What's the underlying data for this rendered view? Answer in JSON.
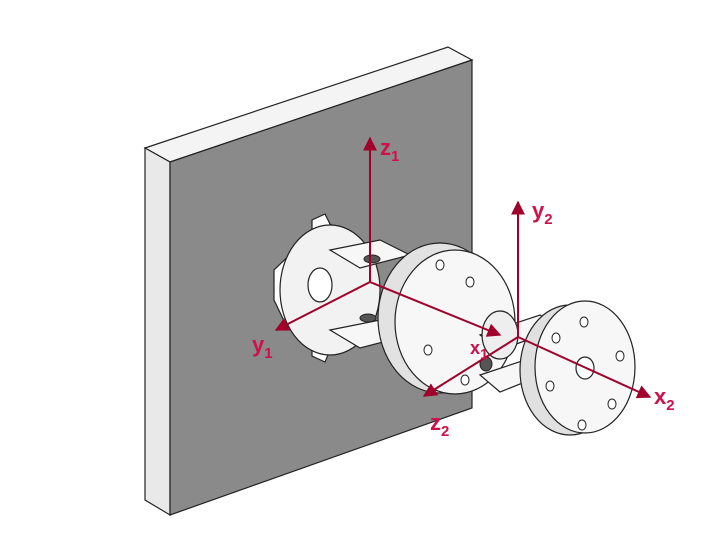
{
  "figure": {
    "colors": {
      "wall_face": "#8a8a8a",
      "wall_side": "#e9e9e9",
      "wall_top": "#f4f4f4",
      "part": "#f7f7f7",
      "part_shade": "#d9d9d9",
      "outline": "#222222",
      "axis": "#a0002a",
      "label": "#d0104a"
    },
    "frames": {
      "frame1": {
        "x_label": "x",
        "x_sub": "1",
        "y_label": "y",
        "y_sub": "1",
        "z_label": "z",
        "z_sub": "1"
      },
      "frame2": {
        "x_label": "x",
        "x_sub": "2",
        "y_label": "y",
        "y_sub": "2",
        "z_label": "z",
        "z_sub": "2"
      }
    }
  }
}
